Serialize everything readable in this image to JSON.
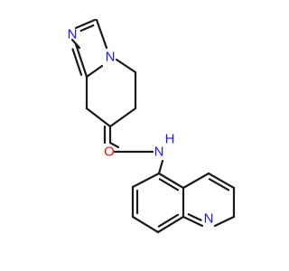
{
  "molecule": {
    "atoms": {
      "imidazole_n_top": {
        "symbol": "N",
        "color": "#1515ff"
      },
      "bridgehead_n": {
        "symbol": "N",
        "color": "#1515ff"
      },
      "carbonyl_o": {
        "symbol": "O",
        "color": "#ff0d0d"
      },
      "amide_nh": {
        "symbol": "N",
        "hydrogen": "H",
        "color": "#1515ff"
      },
      "isoquinoline_n": {
        "symbol": "N",
        "color": "#1515ff"
      }
    },
    "bond_color": "#1a1a1a"
  }
}
